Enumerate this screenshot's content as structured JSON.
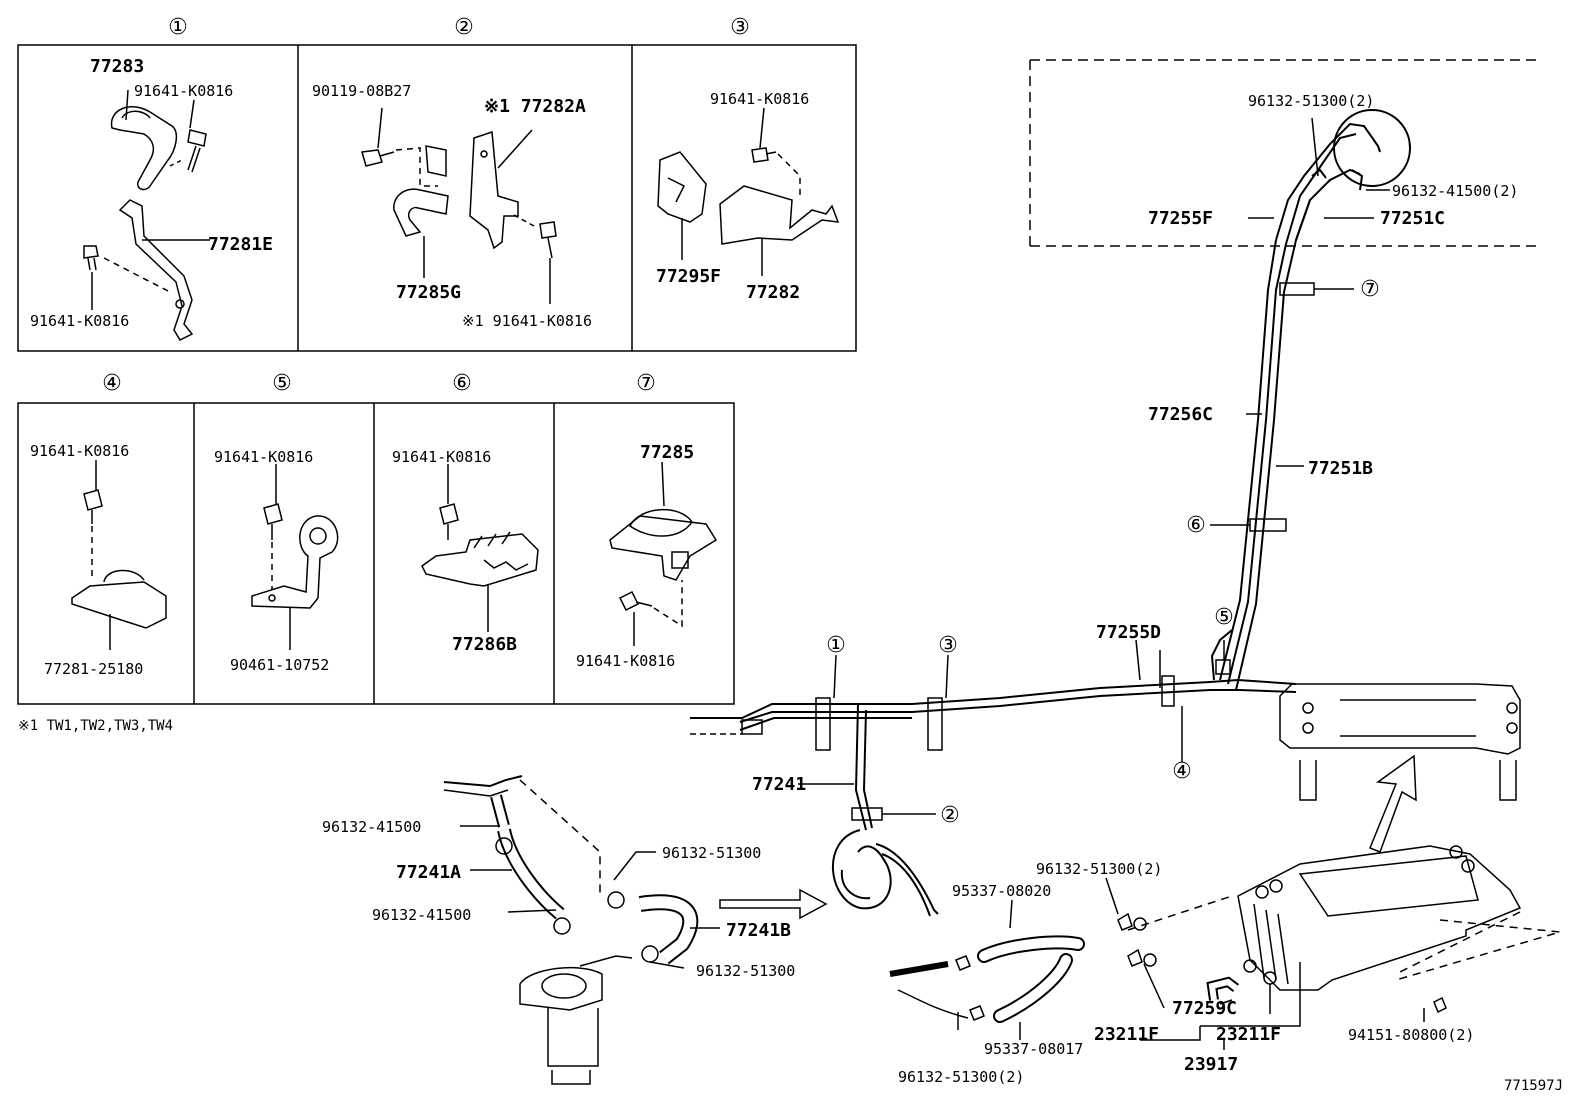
{
  "circled_numbers": [
    "①",
    "②",
    "③",
    "④",
    "⑤",
    "⑥",
    "⑦"
  ],
  "footnote": "※1   TW1,TW2,TW3,TW4",
  "diagram_code": "771597J",
  "boxes": {
    "b1": {
      "parts": [
        "77283",
        "91641-K0816",
        "77281E",
        "91641-K0816"
      ]
    },
    "b2": {
      "parts": [
        "90119-08B27",
        "※1 77282A",
        "77285G",
        "※1 91641-K0816"
      ]
    },
    "b3": {
      "parts": [
        "91641-K0816",
        "77295F",
        "77282"
      ]
    },
    "b4": {
      "parts": [
        "91641-K0816",
        "77281-25180"
      ]
    },
    "b5": {
      "parts": [
        "91641-K0816",
        "90461-10752"
      ]
    },
    "b6": {
      "parts": [
        "91641-K0816",
        "77286B"
      ]
    },
    "b7": {
      "parts": [
        "77285",
        "91641-K0816"
      ]
    }
  },
  "main": {
    "top_right": [
      "96132-51300(2)",
      "96132-41500(2)",
      "77255F",
      "77251C"
    ],
    "pipes": [
      "77256C",
      "77251B",
      "77255D",
      "77241"
    ],
    "left_group": [
      "96132-41500",
      "77241A",
      "96132-41500",
      "96132-51300",
      "77241B",
      "96132-51300"
    ],
    "bottom": [
      "95337-08020",
      "96132-51300(2)",
      "95337-08017",
      "96132-51300(2)",
      "77259C",
      "23211F",
      "23211F",
      "23917",
      "94151-80800(2)"
    ]
  }
}
